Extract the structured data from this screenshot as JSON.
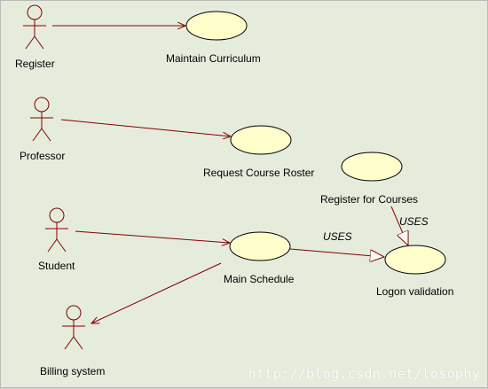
{
  "actors": {
    "register": "Register",
    "professor": "Professor",
    "student": "Student",
    "billing": "Billing system"
  },
  "use_cases": {
    "maintain_curriculum": "Maintain Curriculum",
    "request_roster": "Request Course Roster",
    "register_courses": "Register for Courses",
    "main_schedule": "Main Schedule",
    "logon_validation": "Logon validation"
  },
  "stereotypes": {
    "uses_horizontal": "USES",
    "uses_vertical": "USES"
  },
  "watermark": "http://blog.csdn.net/losophy",
  "colors": {
    "background": "#e6ecdc",
    "use_case_fill": "#ffffcc",
    "line": "#800000",
    "actor_stroke": "#800000"
  }
}
